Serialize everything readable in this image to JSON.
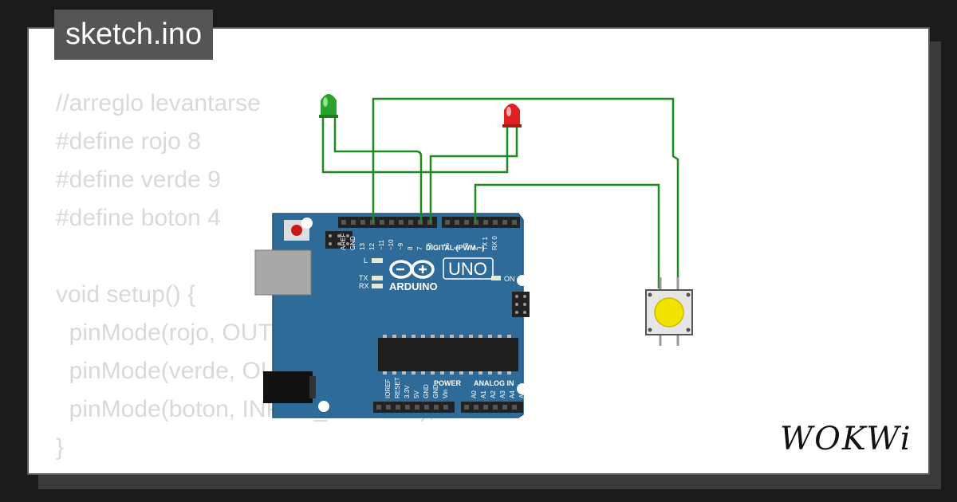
{
  "title_tab": "sketch.ino",
  "code_lines": [
    "//arreglo levantarse",
    "#define rojo 8",
    "#define verde 9",
    "#define boton 4",
    "",
    "void setup() {",
    "  pinMode(rojo, OUTPUT);",
    "  pinMode(verde, OUTPUT);",
    "  pinMode(boton, INPUT_PULLUP);",
    "}"
  ],
  "board": {
    "brand": "ARDUINO",
    "model": "UNO",
    "digital_label": "DIGITAL (PWM ~)",
    "power_label": "POWER",
    "analog_label": "ANALOG IN",
    "on_label": "ON",
    "l_label": "L",
    "tx_label": "TX",
    "rx_label": "RX",
    "top_pins": [
      "AREF",
      "GND",
      "13",
      "12",
      "~11",
      "~10",
      "~9",
      "8",
      "7",
      "~6",
      "~5",
      "4",
      "~3",
      "2",
      "TX 1",
      "RX 0"
    ],
    "bottom_pins": [
      "IOREF",
      "RESET",
      "3.3V",
      "5V",
      "GND",
      "GND",
      "Vin",
      "A0",
      "A1",
      "A2",
      "A3",
      "A4",
      "A5"
    ]
  },
  "logo_text": "WOKWi",
  "colors": {
    "board": "#2f6b99",
    "wire": "#1f8a1f",
    "led_green": "#2aa12a",
    "led_red": "#e02020",
    "button_cap": "#f2e200",
    "code_text": "#d9d9d9"
  }
}
